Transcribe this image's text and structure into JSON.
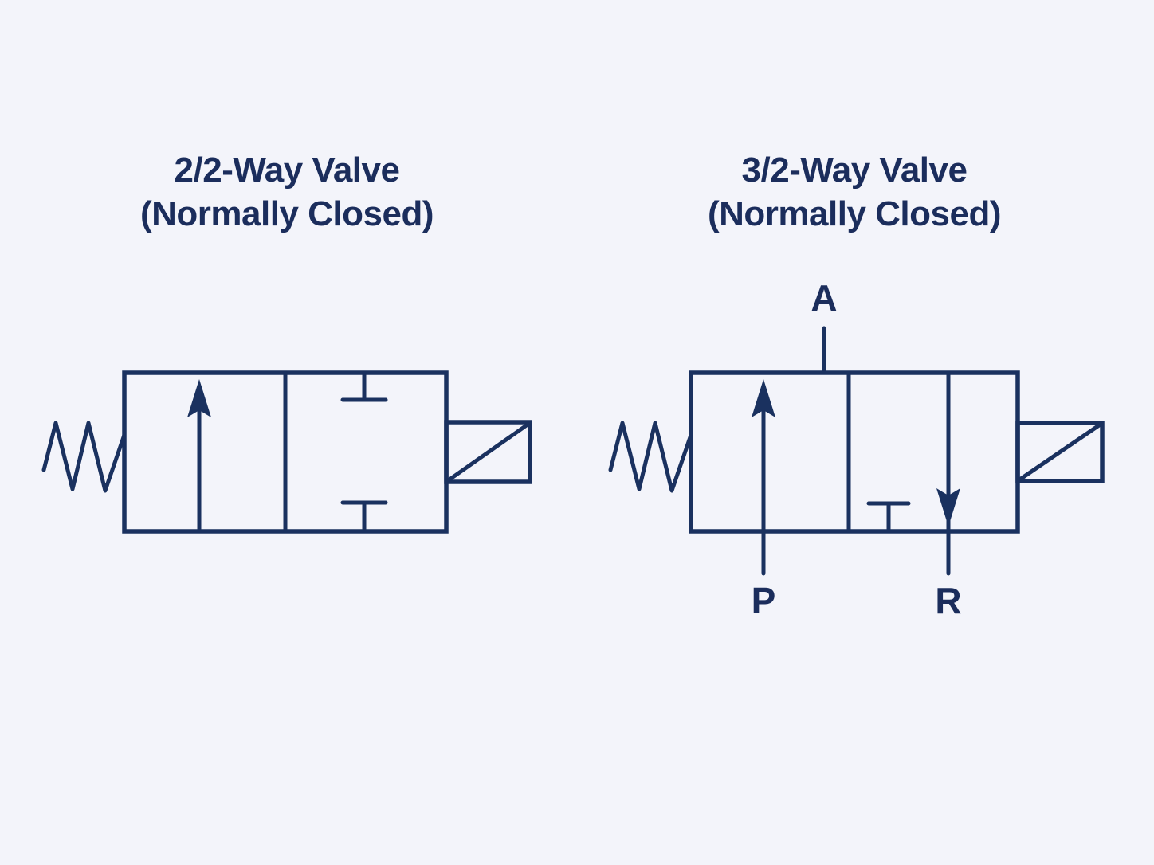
{
  "colors": {
    "background": "#f3f4fa",
    "line": "#1a315f",
    "text": "#1b2d5c"
  },
  "left_valve": {
    "title_line1": "2/2-Way Valve",
    "title_line2": "(Normally Closed)"
  },
  "right_valve": {
    "title_line1": "3/2-Way Valve",
    "title_line2": "(Normally Closed)",
    "port_a": "A",
    "port_p": "P",
    "port_r": "R"
  }
}
